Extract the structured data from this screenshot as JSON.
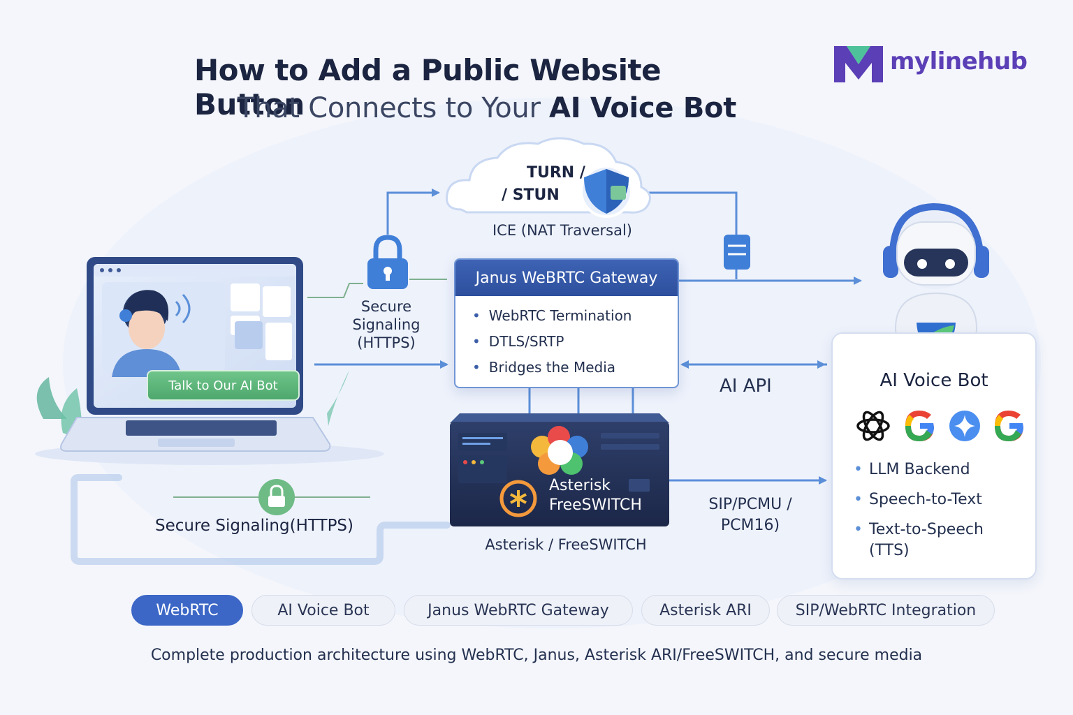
{
  "header": {
    "title_line1": "How to Add a Public Website Button",
    "title_line2_plain": "That Connects to Your ",
    "title_line2_bold": "AI Voice Bot"
  },
  "brand": {
    "name": "mylinehub",
    "logo_icon": "m-logo-icon",
    "color": "#5b3fb6"
  },
  "turn": {
    "line1": "TURN /",
    "line2": "/ STUN",
    "caption": "ICE (NAT Traversal)",
    "icon": "cloud-shield-icon"
  },
  "website": {
    "button_label": "Talk to Our AI Bot",
    "icon": "laptop-agent-icon"
  },
  "signaling_top": {
    "line1": "Secure",
    "line2": "Signaling",
    "line3": "(HTTPS)",
    "icon": "lock-icon"
  },
  "janus": {
    "title": "Janus WeBRTC Gateway",
    "items": [
      "WebRTC Termination",
      "DTLS/SRTP",
      "Bridges the Media"
    ]
  },
  "ai_api": {
    "label": "AI API"
  },
  "server": {
    "line1": "Asterisk",
    "line2": "FreeSWITCH",
    "caption": "Asterisk / FreeSWITCH",
    "icon": "asterisk-icon"
  },
  "sip": {
    "line1": "SIP/PCMU /",
    "line2": "PCM16)"
  },
  "signaling_bottom": {
    "label": "Secure Signaling(HTTPS)",
    "icon": "lock-icon"
  },
  "bot": {
    "title": "AI Voice Bot",
    "provider_icons": [
      "openai-icon",
      "google-icon",
      "gemini-icon",
      "google-icon"
    ],
    "items": [
      "LLM Backend",
      "Speech-to-Text",
      "Text-to-Speech",
      "(TTS)"
    ]
  },
  "tags": [
    "WebRTC",
    "AI Voice Bot",
    "Janus WebRTC Gateway",
    "Asterisk ARI",
    "SIP/WebRTC Integration"
  ],
  "caption": "Complete production architecture using WebRTC, Janus, Asterisk ARI/FreeSWITCH, and secure media",
  "colors": {
    "accent": "#3c67c6",
    "line": "#5b8fd8",
    "green": "#4ea86d"
  }
}
